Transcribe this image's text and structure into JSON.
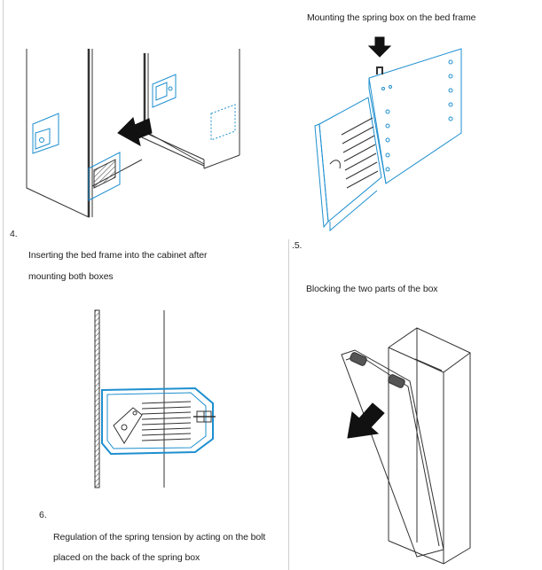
{
  "panel3": {
    "caption": "Mounting the spring box on the bed frame"
  },
  "panel4": {
    "number": "4.",
    "caption_line1": "Inserting the bed frame into the cabinet after",
    "caption_line2": "mounting both boxes"
  },
  "panel5": {
    "number": ".5.",
    "caption": "Blocking the two parts of the box"
  },
  "panel6": {
    "number": "6.",
    "caption_line1": "Regulation of the spring tension by acting on the bolt",
    "caption_line2": "placed on the back of the spring box"
  },
  "colors": {
    "line": "#333333",
    "accent": "#1e8fcf",
    "arrow": "#111111"
  }
}
